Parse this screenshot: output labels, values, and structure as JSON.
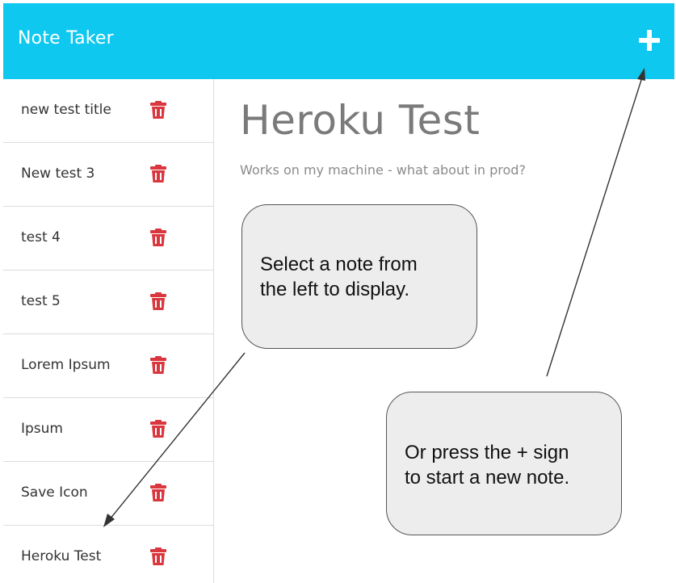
{
  "navbar": {
    "brand": "Note Taker",
    "new_note_icon": "plus-icon"
  },
  "sidebar": {
    "notes": [
      {
        "title": "new test title",
        "icon": "trash-icon"
      },
      {
        "title": "New test 3",
        "icon": "trash-icon"
      },
      {
        "title": "test 4",
        "icon": "trash-icon"
      },
      {
        "title": "test 5",
        "icon": "trash-icon"
      },
      {
        "title": "Lorem Ipsum",
        "icon": "trash-icon"
      },
      {
        "title": "Ipsum",
        "icon": "trash-icon"
      },
      {
        "title": "Save Icon",
        "icon": "trash-icon"
      },
      {
        "title": "Heroku Test",
        "icon": "trash-icon"
      }
    ]
  },
  "main": {
    "title": "Heroku Test",
    "text": "Works on my machine - what about in prod?"
  },
  "callouts": {
    "select_line1": "Select a note from",
    "select_line2": "the left to display.",
    "new_line1": "Or press the + sign",
    "new_line2": "to start a new note."
  },
  "colors": {
    "navbar": "#0ec8ef",
    "trash": "#d9363e",
    "callout_bg": "#ededed"
  }
}
